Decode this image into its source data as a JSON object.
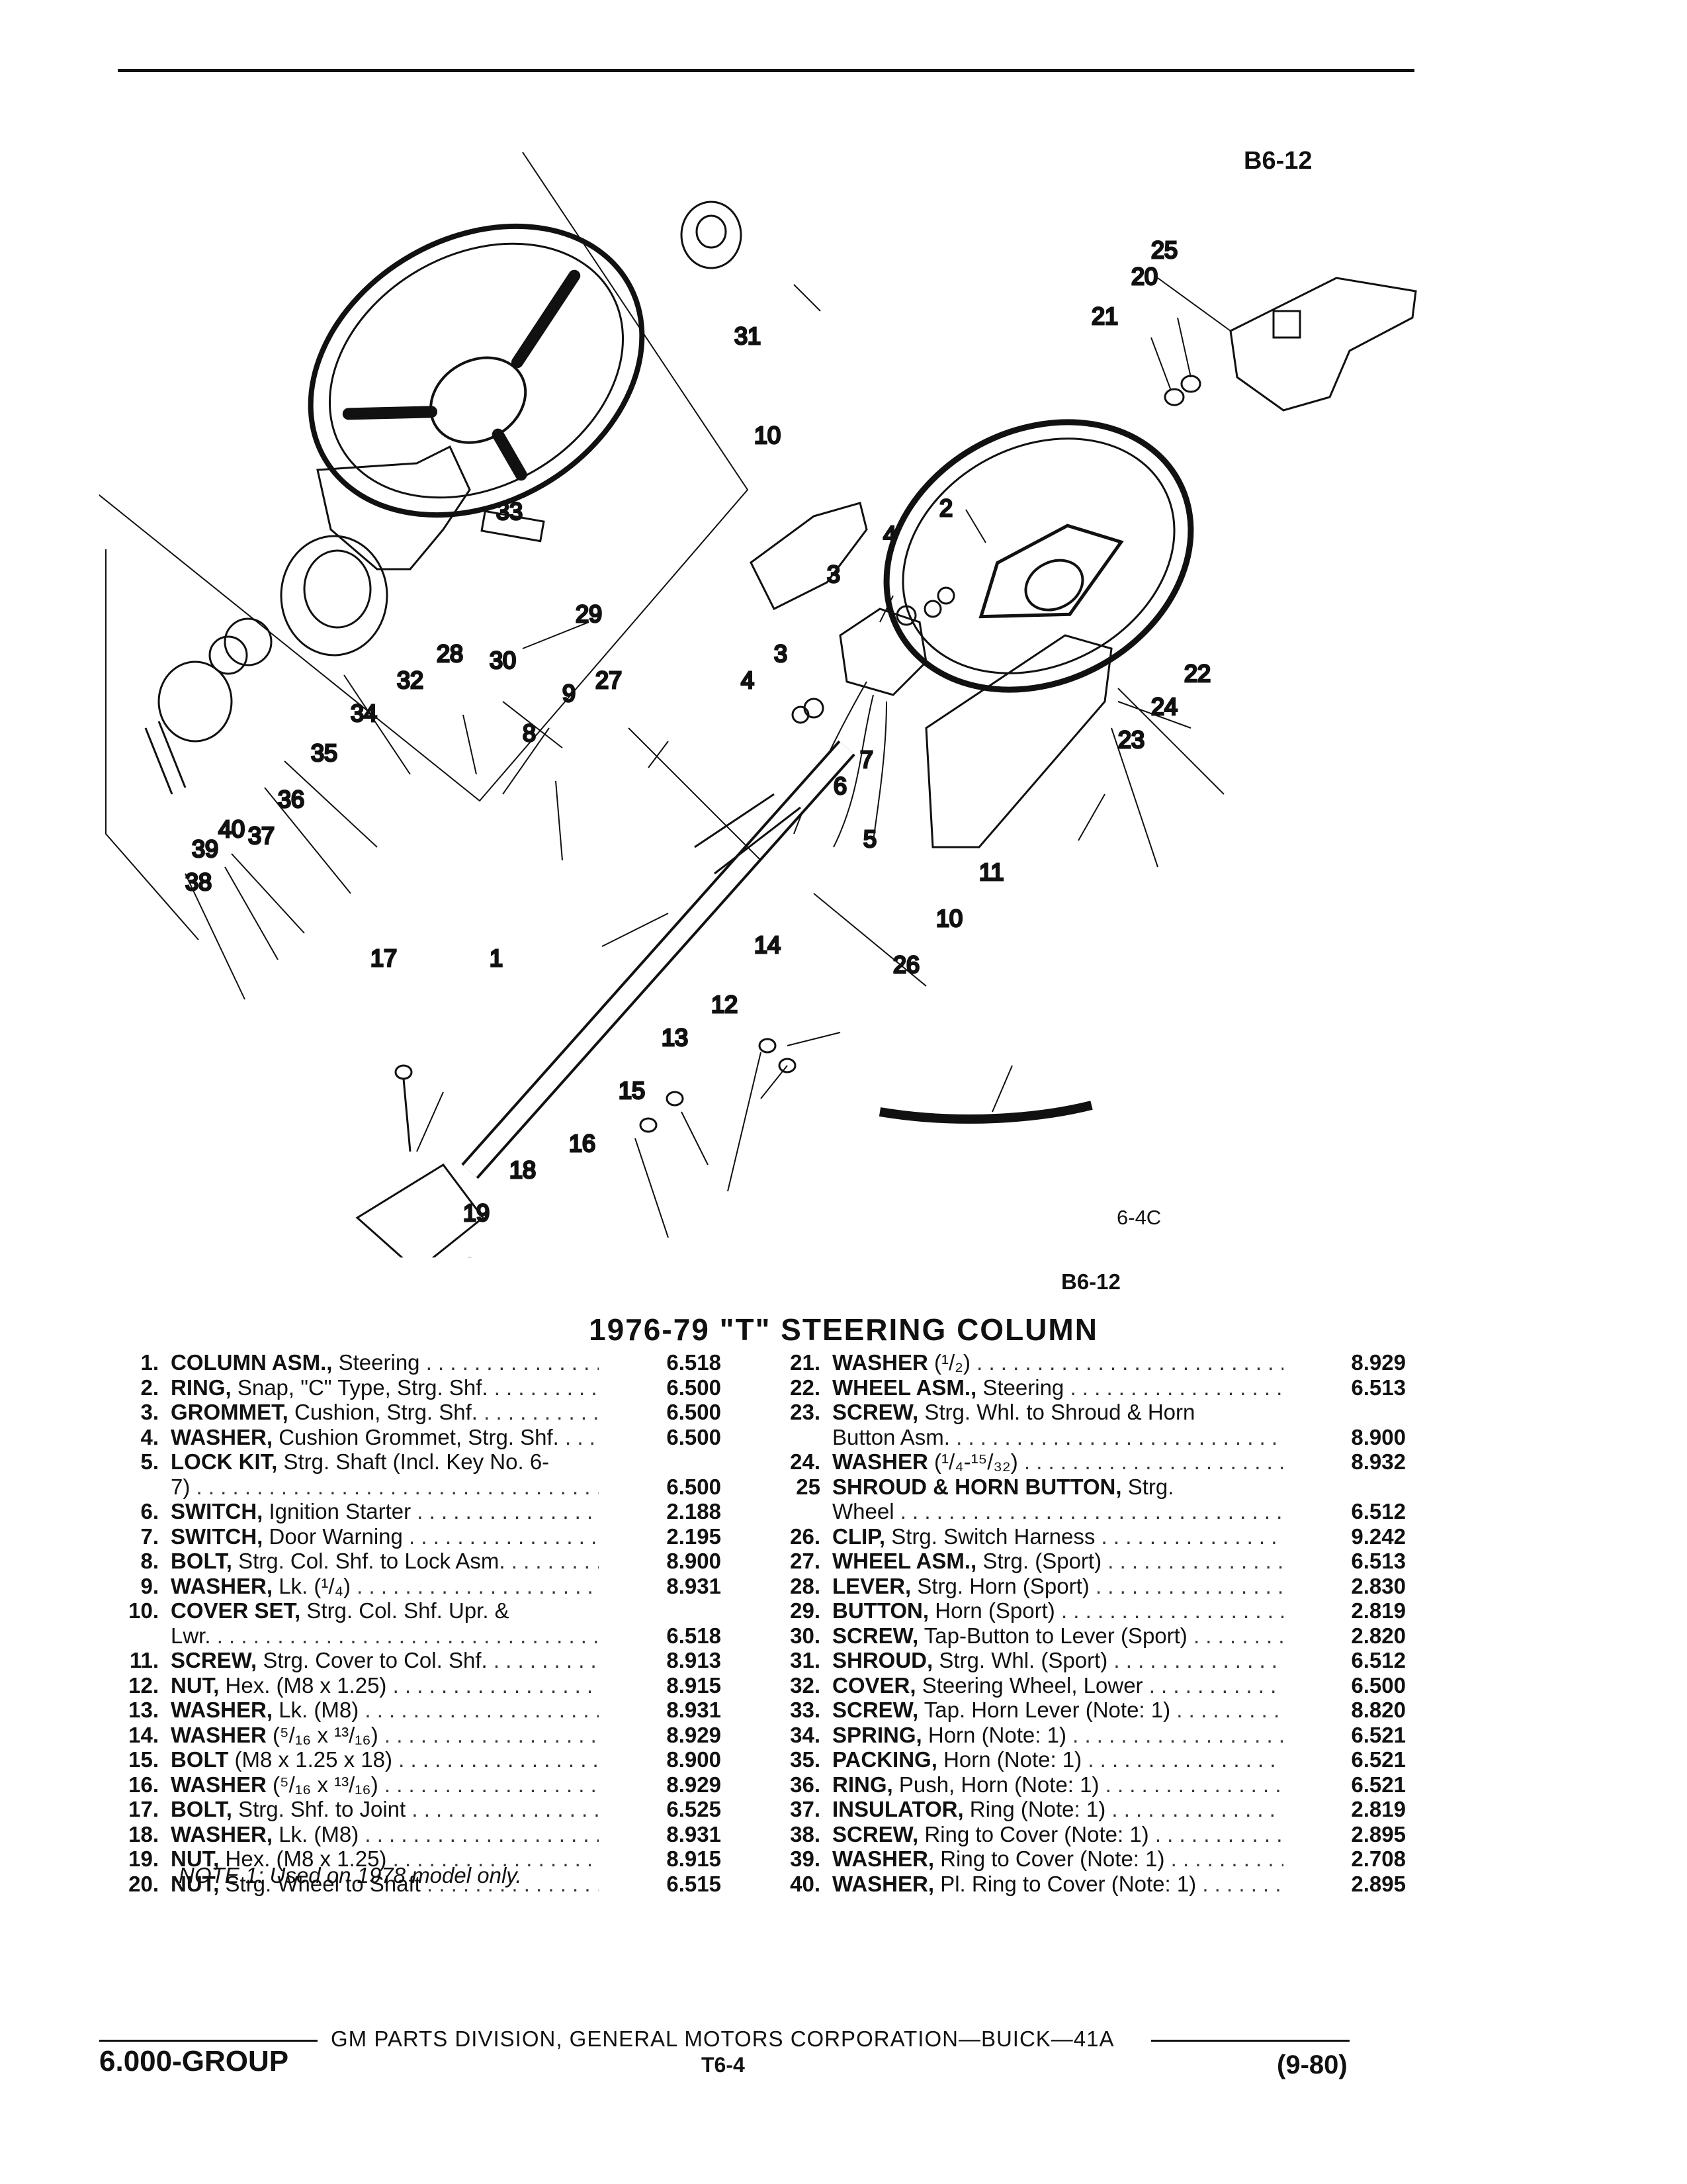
{
  "figure_code": "B6-12",
  "diagram_code": "6-4C",
  "figure_code_bottom": "B6-12",
  "callouts": [
    "1",
    "2",
    "3",
    "3",
    "4",
    "4",
    "5",
    "6",
    "7",
    "8",
    "9",
    "10",
    "10",
    "11",
    "12",
    "13",
    "14",
    "15",
    "16",
    "17",
    "18",
    "19",
    "20",
    "21",
    "22",
    "23",
    "24",
    "25",
    "26",
    "27",
    "28",
    "29",
    "30",
    "31",
    "32",
    "33",
    "34",
    "35",
    "36",
    "37",
    "38",
    "39",
    "40"
  ],
  "list_title": "1976-79 \"T\" STEERING COLUMN",
  "left_parts": [
    {
      "num": "1.",
      "name": "COLUMN ASM.,",
      "desc": "Steering",
      "code": "6.518"
    },
    {
      "num": "2.",
      "name": "RING,",
      "desc": "Snap, \"C\" Type, Strg. Shf.",
      "code": "6.500"
    },
    {
      "num": "3.",
      "name": "GROMMET,",
      "desc": "Cushion, Strg. Shf.",
      "code": "6.500"
    },
    {
      "num": "4.",
      "name": "WASHER,",
      "desc": "Cushion Grommet, Strg. Shf.",
      "code": "6.500"
    },
    {
      "num": "5.",
      "name": "LOCK KIT,",
      "desc": "Strg. Shaft (Incl. Key No. 6-",
      "desc2": "7)",
      "code": "6.500"
    },
    {
      "num": "6.",
      "name": "SWITCH,",
      "desc": "Ignition Starter",
      "code": "2.188"
    },
    {
      "num": "7.",
      "name": "SWITCH,",
      "desc": "Door Warning",
      "code": "2.195"
    },
    {
      "num": "8.",
      "name": "BOLT,",
      "desc": "Strg. Col. Shf. to Lock Asm.",
      "code": "8.900"
    },
    {
      "num": "9.",
      "name": "WASHER,",
      "desc": "Lk. (¹/₄)",
      "code": "8.931"
    },
    {
      "num": "10.",
      "name": "COVER SET,",
      "desc": "Strg. Col. Shf. Upr. &",
      "desc2": "Lwr.",
      "code": "6.518"
    },
    {
      "num": "11.",
      "name": "SCREW,",
      "desc": "Strg. Cover to Col. Shf.",
      "code": "8.913"
    },
    {
      "num": "12.",
      "name": "NUT,",
      "desc": "Hex. (M8 x 1.25)",
      "code": "8.915"
    },
    {
      "num": "13.",
      "name": "WASHER,",
      "desc": "Lk. (M8)",
      "code": "8.931"
    },
    {
      "num": "14.",
      "name": "WASHER",
      "desc": "(⁵/₁₆ x ¹³/₁₆)",
      "code": "8.929"
    },
    {
      "num": "15.",
      "name": "BOLT",
      "desc": "(M8 x 1.25 x 18)",
      "code": "8.900"
    },
    {
      "num": "16.",
      "name": "WASHER",
      "desc": "(⁵/₁₆ x ¹³/₁₆)",
      "code": "8.929"
    },
    {
      "num": "17.",
      "name": "BOLT,",
      "desc": "Strg. Shf. to Joint",
      "code": "6.525"
    },
    {
      "num": "18.",
      "name": "WASHER,",
      "desc": "Lk. (M8)",
      "code": "8.931"
    },
    {
      "num": "19.",
      "name": "NUT,",
      "desc": "Hex. (M8 x 1.25)",
      "code": "8.915"
    },
    {
      "num": "20.",
      "name": "NUT,",
      "desc": "Strg. Wheel to Shaft",
      "code": "6.515"
    }
  ],
  "right_parts": [
    {
      "num": "21.",
      "name": "WASHER",
      "desc": "(¹/₂)",
      "code": "8.929"
    },
    {
      "num": "22.",
      "name": "WHEEL ASM.,",
      "desc": "Steering",
      "code": "6.513"
    },
    {
      "num": "23.",
      "name": "SCREW,",
      "desc": "Strg. Whl. to Shroud & Horn",
      "desc2": "Button Asm.",
      "code": "8.900"
    },
    {
      "num": "24.",
      "name": "WASHER",
      "desc": "(¹/₄-¹⁵/₃₂)",
      "code": "8.932"
    },
    {
      "num": "25",
      "name": "SHROUD & HORN BUTTON,",
      "desc": "Strg.",
      "desc2": "Wheel",
      "code": "6.512"
    },
    {
      "num": "26.",
      "name": "CLIP,",
      "desc": "Strg. Switch Harness",
      "code": "9.242"
    },
    {
      "num": "27.",
      "name": "WHEEL ASM.,",
      "desc": "Strg. (Sport)",
      "code": "6.513"
    },
    {
      "num": "28.",
      "name": "LEVER,",
      "desc": "Strg. Horn (Sport)",
      "code": "2.830"
    },
    {
      "num": "29.",
      "name": "BUTTON,",
      "desc": "Horn (Sport)",
      "code": "2.819"
    },
    {
      "num": "30.",
      "name": "SCREW,",
      "desc": "Tap-Button to Lever (Sport)",
      "code": "2.820"
    },
    {
      "num": "31.",
      "name": "SHROUD,",
      "desc": "Strg. Whl. (Sport)",
      "code": "6.512"
    },
    {
      "num": "32.",
      "name": "COVER,",
      "desc": "Steering Wheel, Lower",
      "code": "6.500"
    },
    {
      "num": "33.",
      "name": "SCREW,",
      "desc": "Tap. Horn Lever (Note: 1)",
      "code": "8.820"
    },
    {
      "num": "34.",
      "name": "SPRING,",
      "desc": "Horn (Note: 1)",
      "code": "6.521"
    },
    {
      "num": "35.",
      "name": "PACKING,",
      "desc": "Horn (Note: 1)",
      "code": "6.521"
    },
    {
      "num": "36.",
      "name": "RING,",
      "desc": "Push, Horn (Note: 1)",
      "code": "6.521"
    },
    {
      "num": "37.",
      "name": "INSULATOR,",
      "desc": "Ring (Note: 1)",
      "code": "2.819"
    },
    {
      "num": "38.",
      "name": "SCREW,",
      "desc": "Ring to Cover (Note: 1)",
      "code": "2.895"
    },
    {
      "num": "39.",
      "name": "WASHER,",
      "desc": "Ring to Cover (Note: 1)",
      "code": "2.708"
    },
    {
      "num": "40.",
      "name": "WASHER,",
      "desc": "Pl. Ring to Cover (Note: 1)",
      "code": "2.895"
    }
  ],
  "note": "NOTE 1: Used on 1978 model only.",
  "footer": {
    "center": "GM PARTS DIVISION, GENERAL MOTORS CORPORATION—BUICK—41A",
    "group": "6.000-GROUP",
    "page": "T6-4",
    "date": "(9-80)"
  }
}
